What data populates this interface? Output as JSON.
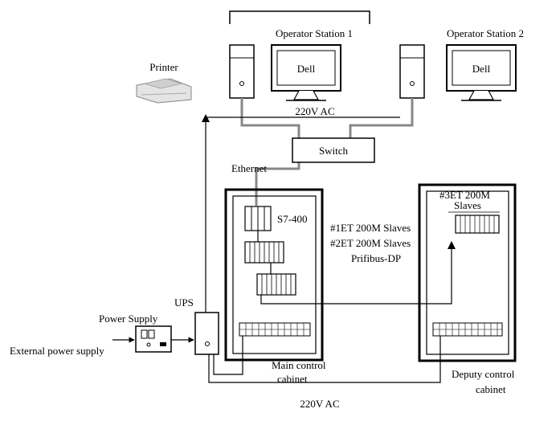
{
  "labels": {
    "operator_station_1": "Operator Station 1",
    "operator_station_2": "Operator Station 2",
    "monitor_brand_1": "Dell",
    "monitor_brand_2": "Dell",
    "printer": "Printer",
    "ac_top": "220V AC",
    "switch": "Switch",
    "ethernet": "Ethernet",
    "s7_400": "S7-400",
    "slaves_1": "#1ET 200M Slaves",
    "slaves_2": "#2ET 200M Slaves",
    "profibus": "Prifibus-DP",
    "slaves_3_line1": "#3ET 200M",
    "slaves_3_line2": "Slaves",
    "ups": "UPS",
    "power_supply": "Power Supply",
    "external_power": "External power supply",
    "main_cabinet_line1": "Main control",
    "main_cabinet_line2": "cabinet",
    "deputy_cabinet_line1": "Deputy control",
    "deputy_cabinet_line2": "cabinet",
    "ac_bottom": "220V AC"
  }
}
